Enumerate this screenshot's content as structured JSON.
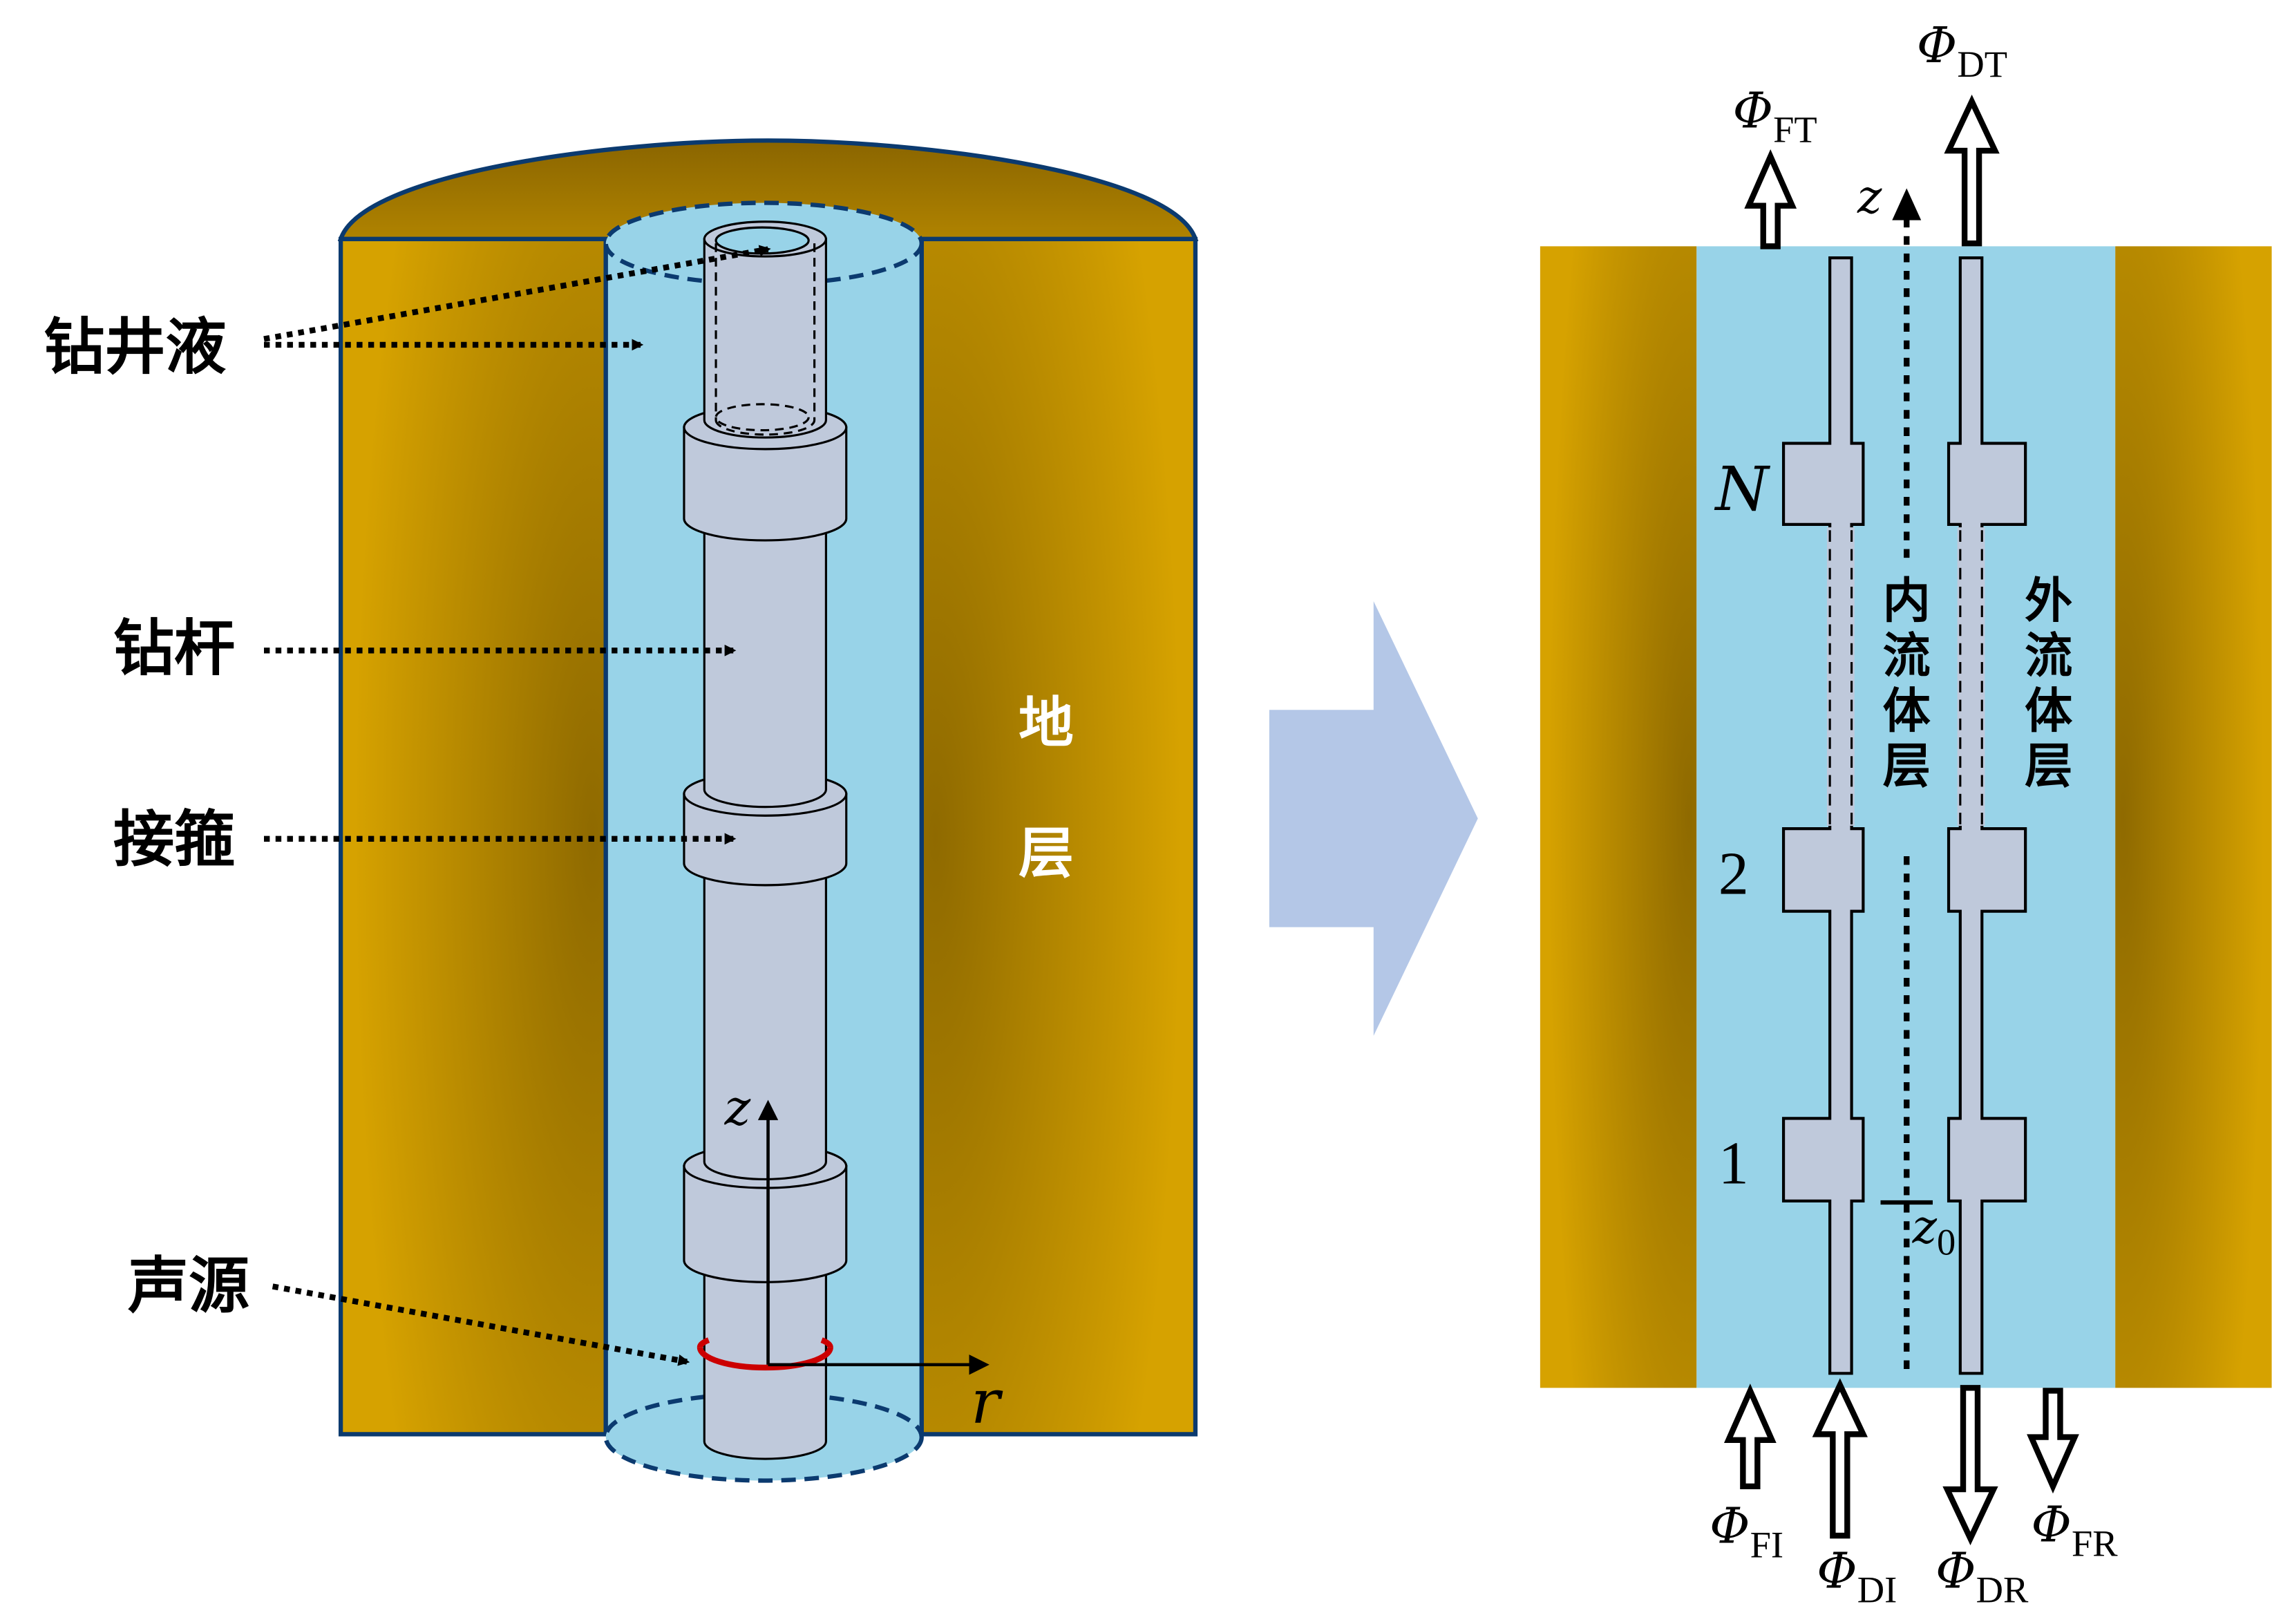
{
  "colors": {
    "formation": "#d4a000",
    "formation_dark": "#8f6a00",
    "formation_top": "#a67c00",
    "fluid": "#98d3e8",
    "pipe": "#bfc9db",
    "outline_navy": "#0b3a6f",
    "source_red": "#cc0000",
    "transform_arrow": "#b4c7e7",
    "text": "#000000",
    "text_light": "#ffffff"
  },
  "left_panel": {
    "labels": {
      "borehole_fluid": "钻井液",
      "drill_pipe": "钻杆",
      "coupling": "接箍",
      "source": "声源",
      "formation": [
        "地",
        "层"
      ]
    },
    "axes": {
      "z": "z",
      "r": "r"
    }
  },
  "right_panel": {
    "axis_z": "z",
    "z0": {
      "base": "z",
      "sub": "0"
    },
    "coupling_indices": [
      "N",
      "2",
      "1"
    ],
    "inner_fluid_label": [
      "内",
      "流",
      "体",
      "层"
    ],
    "outer_fluid_label": [
      "外",
      "流",
      "体",
      "层"
    ],
    "fluxes": {
      "FT": {
        "symbol": "Φ",
        "sub": "FT",
        "direction": "up"
      },
      "DT": {
        "symbol": "Φ",
        "sub": "DT",
        "direction": "up"
      },
      "FI": {
        "symbol": "Φ",
        "sub": "FI",
        "direction": "up"
      },
      "DI": {
        "symbol": "Φ",
        "sub": "DI",
        "direction": "up"
      },
      "DR": {
        "symbol": "Φ",
        "sub": "DR",
        "direction": "down"
      },
      "FR": {
        "symbol": "Φ",
        "sub": "FR",
        "direction": "down"
      }
    }
  }
}
